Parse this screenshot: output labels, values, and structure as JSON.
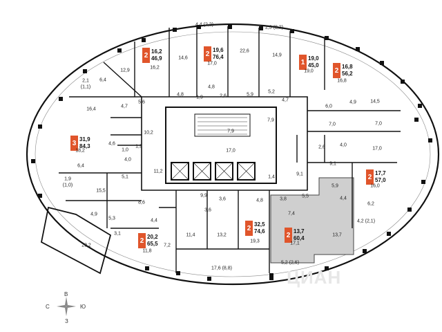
{
  "badges": [
    {
      "rooms": "2",
      "area": "16,2",
      "total": "46,9"
    },
    {
      "rooms": "2",
      "area": "19,6",
      "total": "76,4"
    },
    {
      "rooms": "1",
      "area": "19,0",
      "total": "45,0"
    },
    {
      "rooms": "2",
      "area": "16,8",
      "total": "56,2"
    },
    {
      "rooms": "3",
      "area": "31,9",
      "total": "84,3"
    },
    {
      "rooms": "2",
      "area": "17,7",
      "total": "57,0"
    },
    {
      "rooms": "2",
      "area": "32,5",
      "total": "74,6"
    },
    {
      "rooms": "2",
      "area": "13,7",
      "total": "60,4"
    },
    {
      "rooms": "2",
      "area": "20,2",
      "total": "65,5"
    }
  ],
  "labels": [
    "4,4 (2,2)",
    "2,3 (2,2)",
    "22,6",
    "14,9",
    "14,6",
    "17,0",
    "16,2",
    "19,0",
    "16,8",
    "12,9",
    "6,4",
    "2,1",
    "(1,1)",
    "4,8",
    "4,8",
    "2,6",
    "5,9",
    "5,2",
    "4,7",
    "1,9",
    "4,7",
    "5,6",
    "16,4",
    "6,0",
    "4,9",
    "14,5",
    "7,0",
    "7,0",
    "7,9",
    "7,9",
    "10,2",
    "17,0",
    "17,0",
    "18,2",
    "4,6",
    "1,0",
    "1,9",
    "4,0",
    "2,6",
    "4,0",
    "6,4",
    "5,1",
    "11,2",
    "9,1",
    "9,1",
    "16,0",
    "1,9",
    "(1,0)",
    "15,5",
    "1,4",
    "9,9",
    "3,6",
    "4,8",
    "3,8",
    "5,5",
    "5,9",
    "4,4",
    "8,6",
    "7,4",
    "6,2",
    "4,9",
    "5,3",
    "4,4",
    "3,6",
    "4,2 (2,1)",
    "20,2",
    "3,1",
    "11,4",
    "13,2",
    "19,3",
    "17,1",
    "13,7",
    "7,2",
    "11,8",
    "17,6 (8,8)",
    "5,2 (2,6)"
  ],
  "compass": {
    "north": "В",
    "south": "З",
    "west": "С",
    "east": "Ю"
  },
  "watermark": "ЦИАН"
}
